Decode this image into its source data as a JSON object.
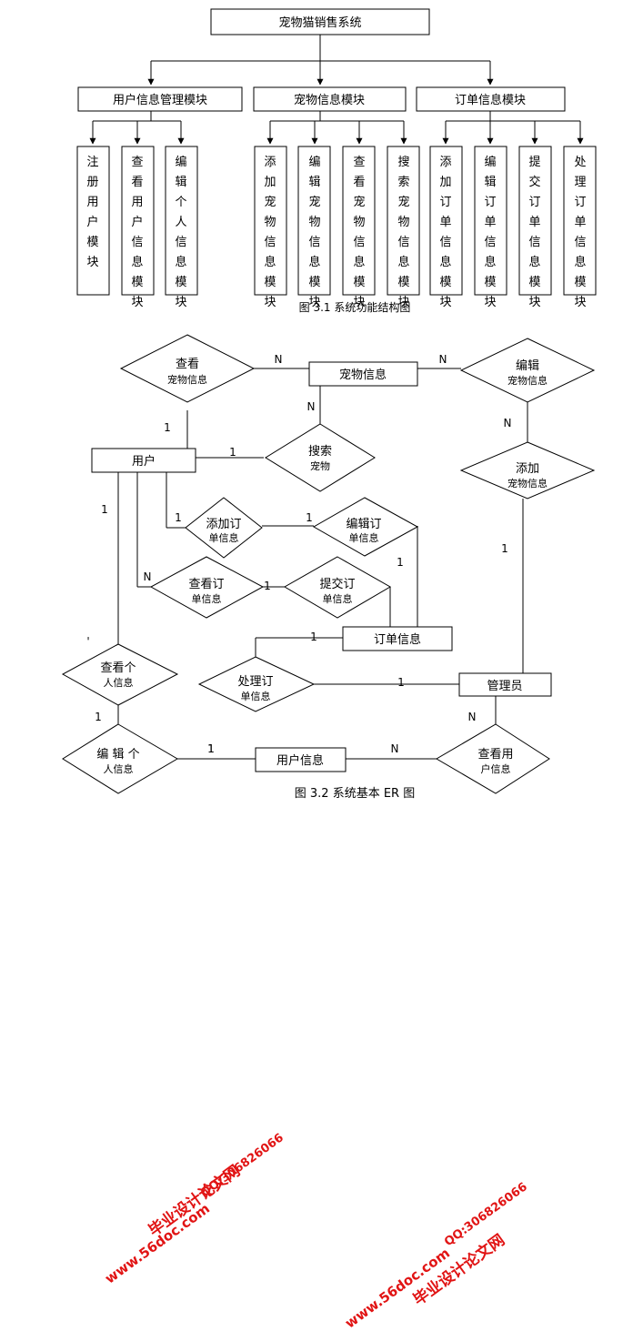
{
  "colors": {
    "line": "#000000",
    "watermark": "#e11414",
    "background": "#ffffff"
  },
  "diagram1": {
    "root": "宠物猫销售系统",
    "modules": [
      {
        "label": "用户信息管理模块",
        "children": [
          "注册用户模块",
          "查看用户信息模块",
          "编辑个人信息模块"
        ]
      },
      {
        "label": "宠物信息模块",
        "children": [
          "添加宠物信息模块",
          "编辑宠物信息模块",
          "查看宠物信息模块",
          "搜索宠物信息模块"
        ]
      },
      {
        "label": "订单信息模块",
        "children": [
          "添加订单信息模块",
          "编辑订单信息模块",
          "提交订单信息模块",
          "处理订单信息模块"
        ]
      }
    ],
    "caption": "图 3.1  系统功能结构图"
  },
  "diagram2": {
    "entities": {
      "pet": "宠物信息",
      "user": "用户",
      "order": "订单信息",
      "admin": "管理员",
      "userinfo": "用户信息"
    },
    "relations": {
      "view_pet": [
        "查看",
        "宠物信息"
      ],
      "edit_pet": [
        "编辑",
        "宠物信息"
      ],
      "search_pet": [
        "搜索",
        "宠物"
      ],
      "add_pet": [
        "添加",
        "宠物信息"
      ],
      "add_order": [
        "添加订",
        "单信息"
      ],
      "edit_order": [
        "编辑订",
        "单信息"
      ],
      "view_order": [
        "查看订",
        "单信息"
      ],
      "submit_order": [
        "提交订",
        "单信息"
      ],
      "process_order": [
        "处理订",
        "单信息"
      ],
      "view_self": [
        "查看个",
        "人信息"
      ],
      "edit_self": [
        "编 辑 个",
        "人信息"
      ],
      "view_users": [
        "查看用",
        "户信息"
      ]
    },
    "cardinalities": {
      "c1": "N",
      "c2": "N",
      "c3": "N",
      "c4": "1",
      "c5": "N",
      "c6": "1",
      "c7": "1",
      "c8": "1",
      "c9": "1",
      "c10": "1",
      "c11": "1",
      "c12": "N",
      "c13": "1",
      "c14": "1",
      "c15": "1",
      "c16": "1",
      "c17": "N",
      "c18": "1"
    },
    "stray_mark": "'",
    "caption": "图 3.2 系统基本 ER 图"
  },
  "watermarks": {
    "site": "www.56doc.com",
    "brand": "毕业设计论文网",
    "qq": "QQ:306826066"
  }
}
